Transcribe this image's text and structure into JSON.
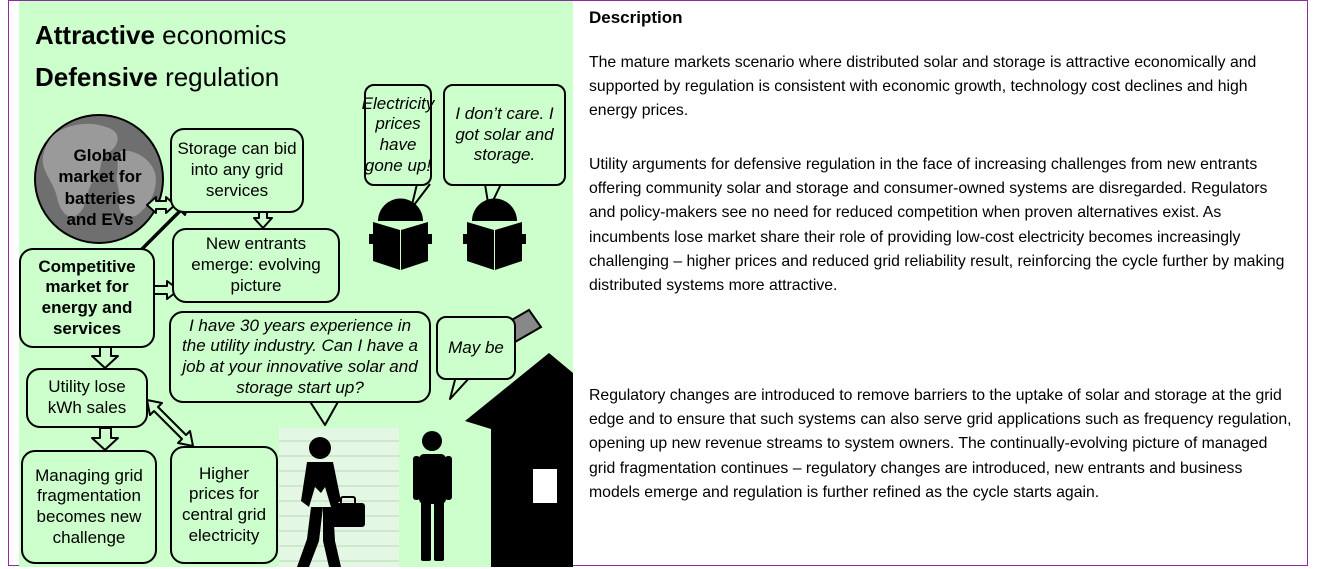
{
  "diagram": {
    "title_line1_bold": "Attractive",
    "title_line1_rest": " economics",
    "title_line2_bold": "Defensive",
    "title_line2_rest": " regulation",
    "globe_label": "Global market for batteries and EVs",
    "storage_box": "Storage can bid into any grid services",
    "new_entrants_box": "New entrants emerge: evolving picture",
    "competitive_box": "Competitive market for energy and services",
    "utility_lose_box": "Utility lose kWh sales",
    "managing_box": "Managing grid fragmentation becomes new challenge",
    "higher_prices_box": "Higher prices for central grid electricity",
    "bubble_prices": "Electricity prices have gone up!",
    "bubble_dont_care": "I don’t care. I got solar and storage.",
    "bubble_job": "I have 30 years experience in the utility industry. Can I have a job at your innovative solar and storage start up?",
    "bubble_maybe": "May be",
    "colors": {
      "panel": "#ccffcc",
      "frame": "#8e2aa0",
      "globe_sea": "#6f6f6f",
      "globe_land": "#9a9a9a"
    }
  },
  "description": {
    "heading": "Description",
    "paragraphs": [
      "The mature markets scenario where distributed solar and storage is attractive economically and supported by regulation is consistent with economic growth, technology cost declines and high energy prices.",
      "Utility arguments for defensive regulation in the face of increasing challenges from new entrants offering community solar and storage and consumer-owned systems are disregarded. Regulators and policy-makers see no need for reduced competition when proven alternatives exist. As incumbents lose market share their role of providing low-cost electricity becomes increasingly challenging – higher prices and reduced grid reliability result, reinforcing the cycle further by making distributed systems more attractive.",
      "Regulatory changes are introduced to remove barriers to the uptake of solar and storage at the grid edge and to ensure that such systems can also serve grid applications such as frequency regulation, opening up new revenue streams to system owners. The continually-evolving picture of managed grid fragmentation continues – regulatory changes are introduced, new entrants and business models emerge and regulation is further refined as the cycle starts again."
    ]
  }
}
